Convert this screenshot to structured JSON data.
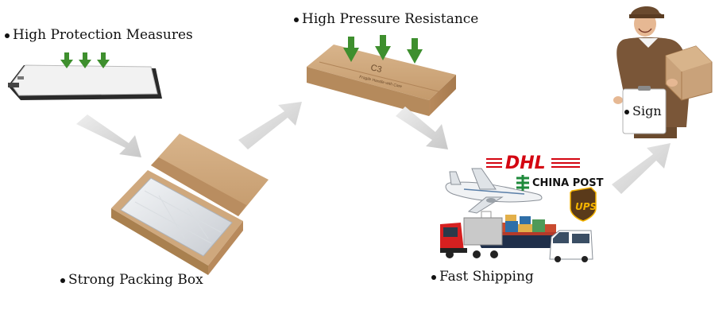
{
  "steps": {
    "protection": "High Protection Measures",
    "packing": "Strong Packing Box",
    "pressure": "High Pressure Resistance",
    "shipping": "Fast Shipping",
    "sign": "Sign"
  },
  "box_print": {
    "code": "C3",
    "tagline": "Fragile Handle with Care"
  },
  "carriers": {
    "dhl": "DHL",
    "china_post": "CHINA POST",
    "ups": "UPS"
  },
  "colors": {
    "arrow_green": "#3e8f2e",
    "flow_arrow": "#d8d8d8",
    "cardboard": "#c9a27a",
    "dhl_red": "#d40511",
    "dhl_yellow": "#ffcc00",
    "china_post_green": "#1f8a3b",
    "ups_brown": "#5a3a1a",
    "ups_gold": "#f5b400"
  }
}
